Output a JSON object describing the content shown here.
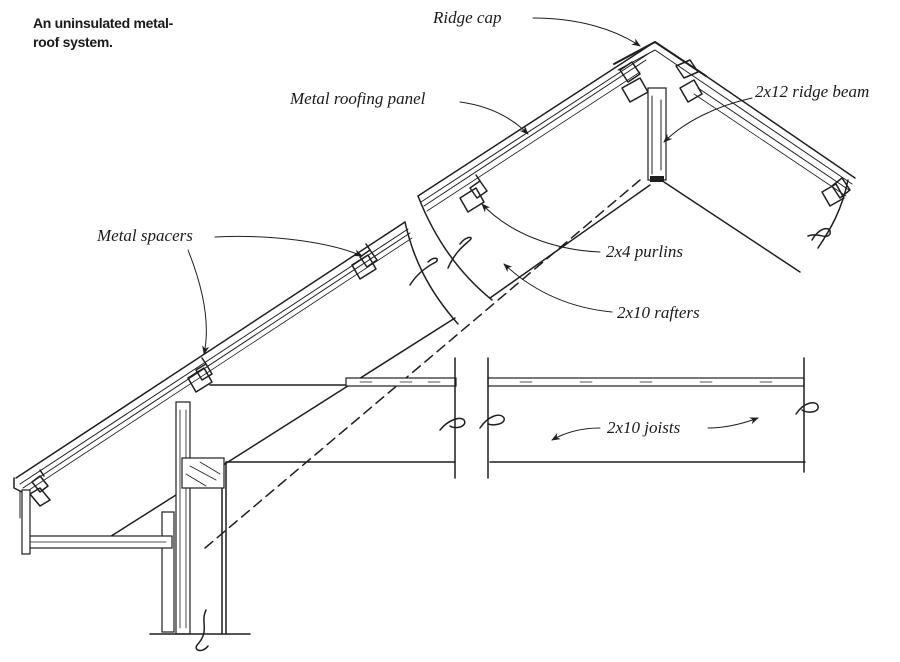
{
  "title": "An uninsulated metal-roof system.",
  "title_lines": [
    "An uninsulated metal-",
    "roof system."
  ],
  "labels": {
    "ridge_cap": "Ridge cap",
    "metal_roofing_panel": "Metal roofing panel",
    "ridge_beam": "2x12 ridge beam",
    "metal_spacers": "Metal spacers",
    "purlins": "2x4 purlins",
    "rafters": "2x10 rafters",
    "joists": "2x10 joists"
  },
  "colors": {
    "ink": "#1f1f1f",
    "paper": "#ffffff"
  }
}
